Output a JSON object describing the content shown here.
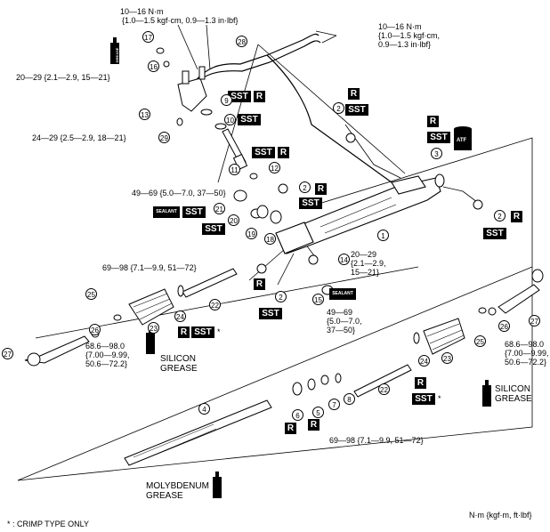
{
  "torque": {
    "t_pipe_1": "10—16 N·m",
    "t_pipe_2": "{1.0—1.5 kgf·cm, 0.9—1.3 in·lbf}",
    "t_pipe_r": "10—16 N·m\n{1.0—1.5 kgf·cm,\n0.9—1.3 in·lbf}",
    "t_13": "20—29 {2.1—2.9, 15—21}",
    "t_29": "24—29 {2.5—2.9, 18—21}",
    "t_21": "49—69 {5.0—7.0, 37—50}",
    "t_22a": "69—98 {7.1—9.9, 51—72}",
    "t_14": "20—29\n{2.1—2.9,\n15—21}",
    "t_15": "49—69\n{5.0—7.0,\n37—50}",
    "t_26l": "68.6—98.0\n{7.00—9.99,\n50.6—72.2}",
    "t_26r": "68.6—98.0\n{7.00—9.99,\n50.6—72.2}",
    "t_22b": "69—98 {7.1—9.9, 51—72}"
  },
  "badges": {
    "sst": "SST",
    "r": "R",
    "sealant": "SEALANT",
    "atf": "ATF",
    "grease": "GREASE",
    "star": "*"
  },
  "greases": {
    "silicon_l": "SILICON\nGREASE",
    "silicon_r": "SILICON\nGREASE",
    "moly": "MOLYBDENUM\nGREASE"
  },
  "parts": [
    "1",
    "2",
    "3",
    "4",
    "5",
    "6",
    "7",
    "8",
    "9",
    "10",
    "11",
    "12",
    "13",
    "14",
    "15",
    "16",
    "17",
    "18",
    "19",
    "20",
    "21",
    "22",
    "23",
    "24",
    "25",
    "26",
    "27",
    "28",
    "29"
  ],
  "footer": {
    "note": "* : CRIMP TYPE ONLY",
    "units": "N·m {kgf·m, ft·lbf}"
  }
}
